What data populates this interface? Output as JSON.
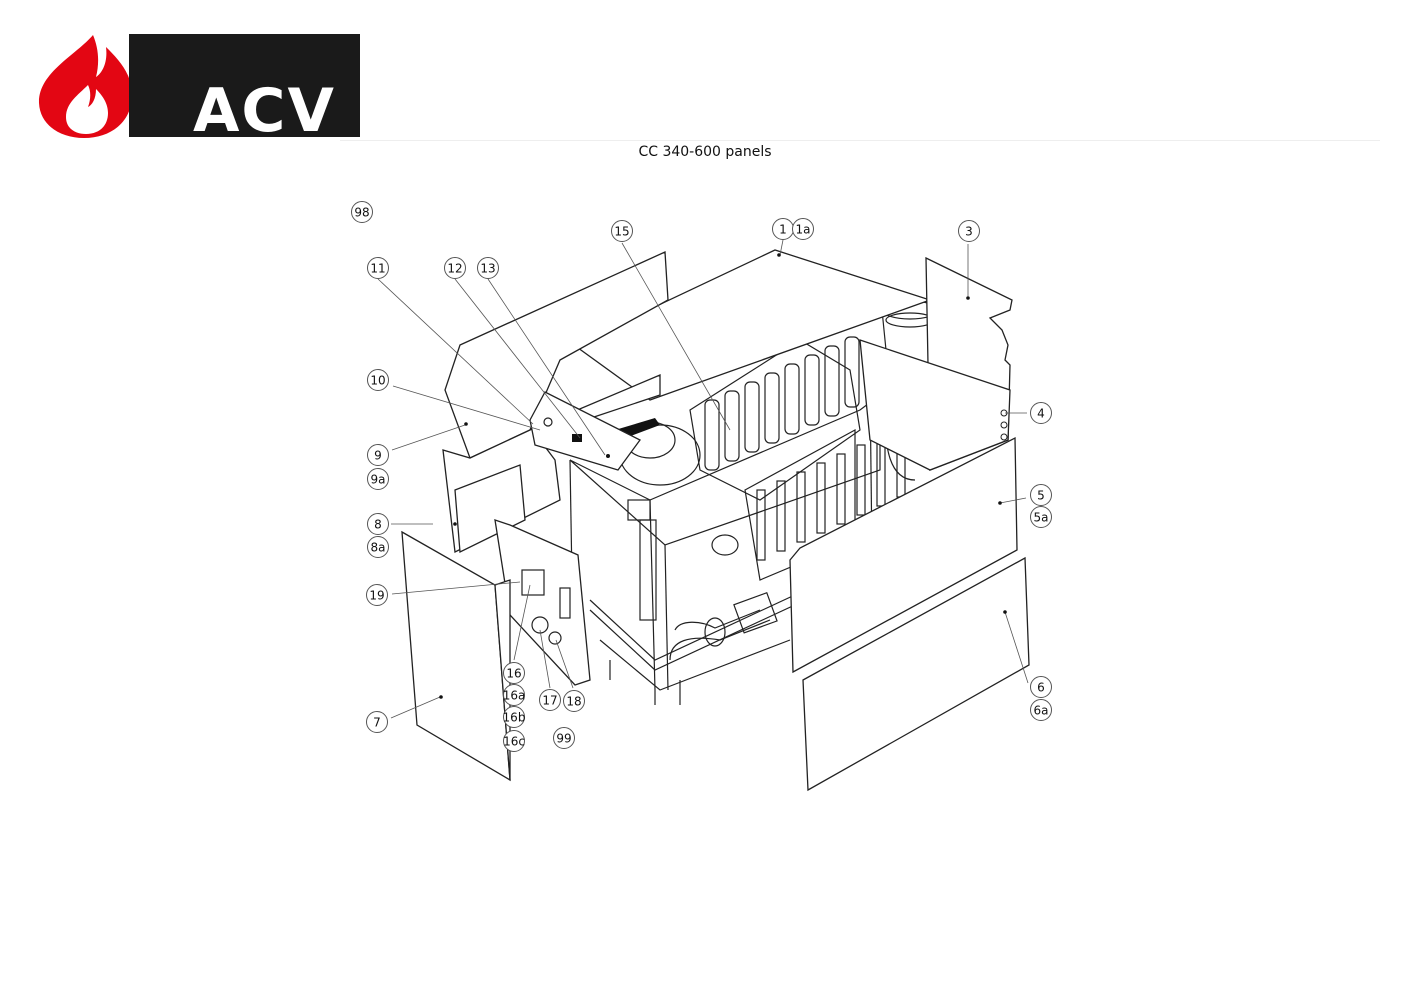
{
  "brand": {
    "name": "ACV",
    "flame_color": "#e30613",
    "box_color": "#1a1a1a"
  },
  "diagram": {
    "title": "CC 340-600 panels",
    "callouts": [
      {
        "id": "98",
        "label": "98"
      },
      {
        "id": "1",
        "label": "1"
      },
      {
        "id": "1a",
        "label": "1a"
      },
      {
        "id": "3",
        "label": "3"
      },
      {
        "id": "15",
        "label": "15"
      },
      {
        "id": "11",
        "label": "11"
      },
      {
        "id": "12",
        "label": "12"
      },
      {
        "id": "13",
        "label": "13"
      },
      {
        "id": "10",
        "label": "10"
      },
      {
        "id": "4",
        "label": "4"
      },
      {
        "id": "9",
        "label": "9"
      },
      {
        "id": "9a",
        "label": "9a"
      },
      {
        "id": "5",
        "label": "5"
      },
      {
        "id": "5a",
        "label": "5a"
      },
      {
        "id": "8",
        "label": "8"
      },
      {
        "id": "8a",
        "label": "8a"
      },
      {
        "id": "19",
        "label": "19"
      },
      {
        "id": "16",
        "label": "16"
      },
      {
        "id": "16a",
        "label": "16a"
      },
      {
        "id": "16b",
        "label": "16b"
      },
      {
        "id": "16c",
        "label": "16c"
      },
      {
        "id": "17",
        "label": "17"
      },
      {
        "id": "18",
        "label": "18"
      },
      {
        "id": "99",
        "label": "99"
      },
      {
        "id": "6",
        "label": "6"
      },
      {
        "id": "6a",
        "label": "6a"
      },
      {
        "id": "7",
        "label": "7"
      }
    ]
  }
}
